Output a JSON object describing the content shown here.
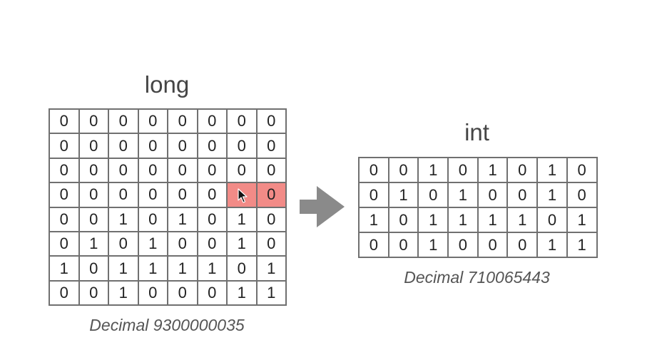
{
  "long": {
    "title": "long",
    "caption": "Decimal 9300000035",
    "rows": [
      [
        "0",
        "0",
        "0",
        "0",
        "0",
        "0",
        "0",
        "0"
      ],
      [
        "0",
        "0",
        "0",
        "0",
        "0",
        "0",
        "0",
        "0"
      ],
      [
        "0",
        "0",
        "0",
        "0",
        "0",
        "0",
        "0",
        "0"
      ],
      [
        "0",
        "0",
        "0",
        "0",
        "0",
        "0",
        "",
        "0"
      ],
      [
        "0",
        "0",
        "1",
        "0",
        "1",
        "0",
        "1",
        "0"
      ],
      [
        "0",
        "1",
        "0",
        "1",
        "0",
        "0",
        "1",
        "0"
      ],
      [
        "1",
        "0",
        "1",
        "1",
        "1",
        "1",
        "0",
        "1"
      ],
      [
        "0",
        "0",
        "1",
        "0",
        "0",
        "0",
        "1",
        "1"
      ]
    ],
    "highlighted_cells": [
      [
        3,
        6
      ],
      [
        3,
        7
      ]
    ]
  },
  "int": {
    "title": "int",
    "caption": "Decimal 710065443",
    "rows": [
      [
        "0",
        "0",
        "1",
        "0",
        "1",
        "0",
        "1",
        "0"
      ],
      [
        "0",
        "1",
        "0",
        "1",
        "0",
        "0",
        "1",
        "0"
      ],
      [
        "1",
        "0",
        "1",
        "1",
        "1",
        "1",
        "0",
        "1"
      ],
      [
        "0",
        "0",
        "1",
        "0",
        "0",
        "0",
        "1",
        "1"
      ]
    ]
  },
  "colors": {
    "highlight": "#f28b87",
    "arrow": "#8a8a8a",
    "grid_border": "#707070"
  },
  "icons": {
    "arrow": "right-arrow-icon",
    "cursor": "mouse-pointer-icon"
  }
}
